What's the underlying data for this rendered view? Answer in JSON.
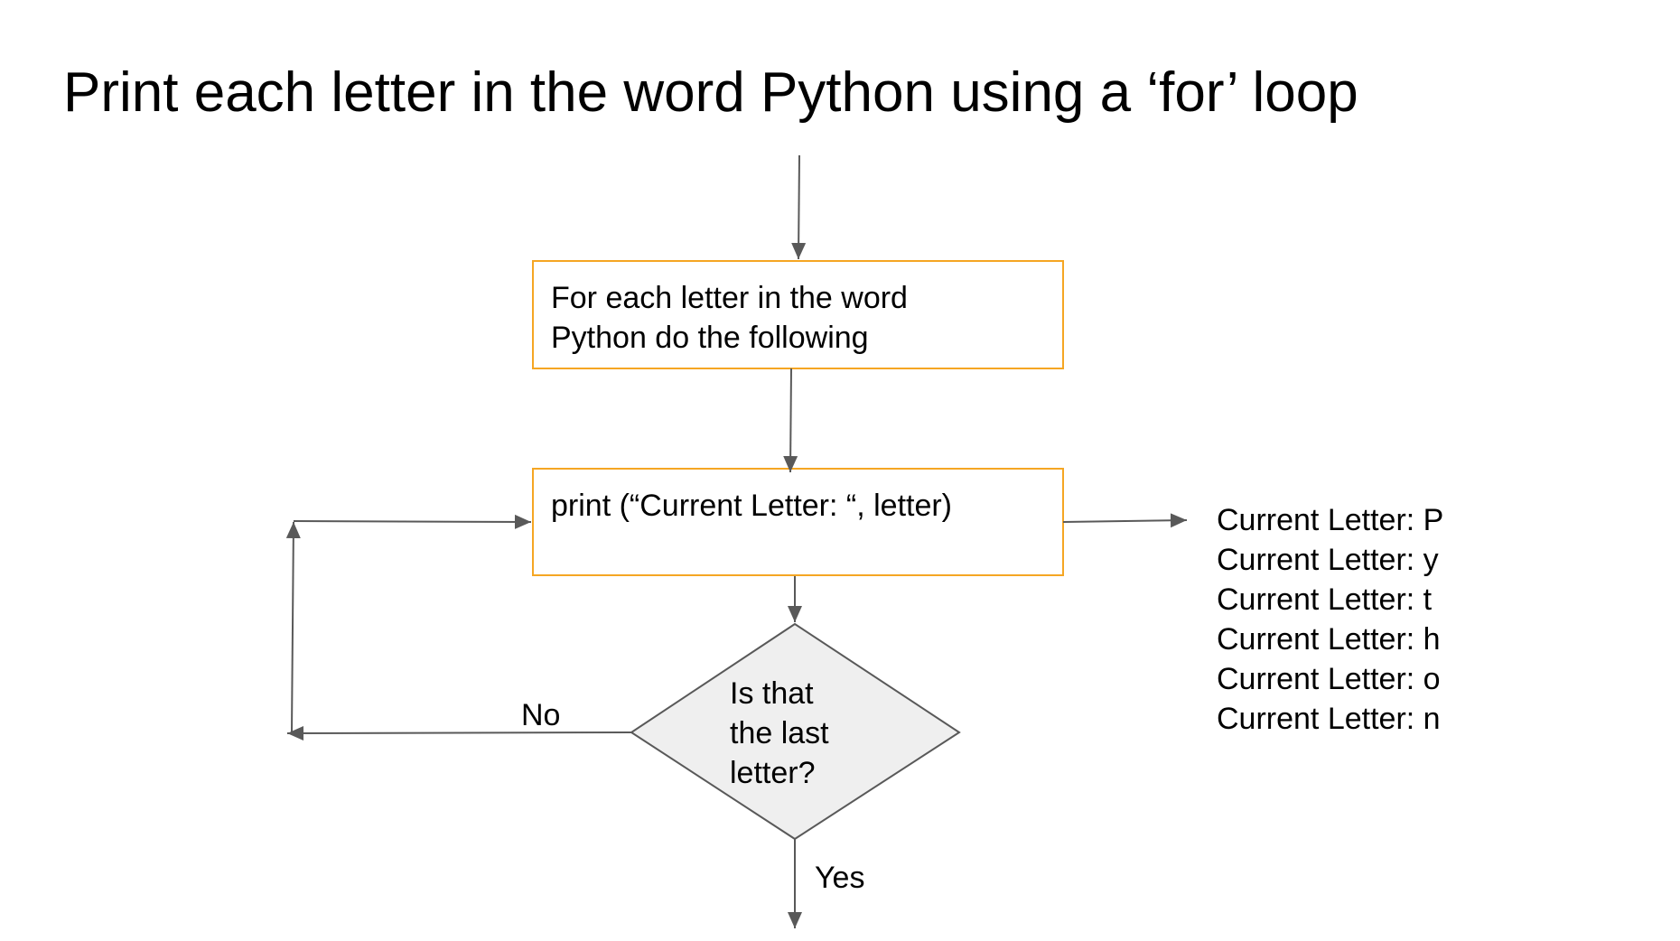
{
  "title": "Print each letter in the word Python using a ‘for’ loop",
  "colors": {
    "process_border": "#f5a623",
    "decision_fill": "#efefef",
    "decision_border": "#595959",
    "arrow": "#595959"
  },
  "nodes": {
    "loop_box": {
      "lines": [
        "For each letter in the word",
        "Python do the following"
      ]
    },
    "print_box": {
      "lines": [
        "print (“Current Letter: “, letter)"
      ]
    },
    "decision": {
      "lines": [
        "Is that",
        "the last",
        "letter?"
      ]
    }
  },
  "edges": {
    "no_label": "No",
    "yes_label": "Yes"
  },
  "output": {
    "lines": [
      "Current Letter: P",
      "Current Letter: y",
      "Current Letter: t",
      "Current Letter: h",
      "Current Letter: o",
      "Current Letter: n"
    ]
  }
}
